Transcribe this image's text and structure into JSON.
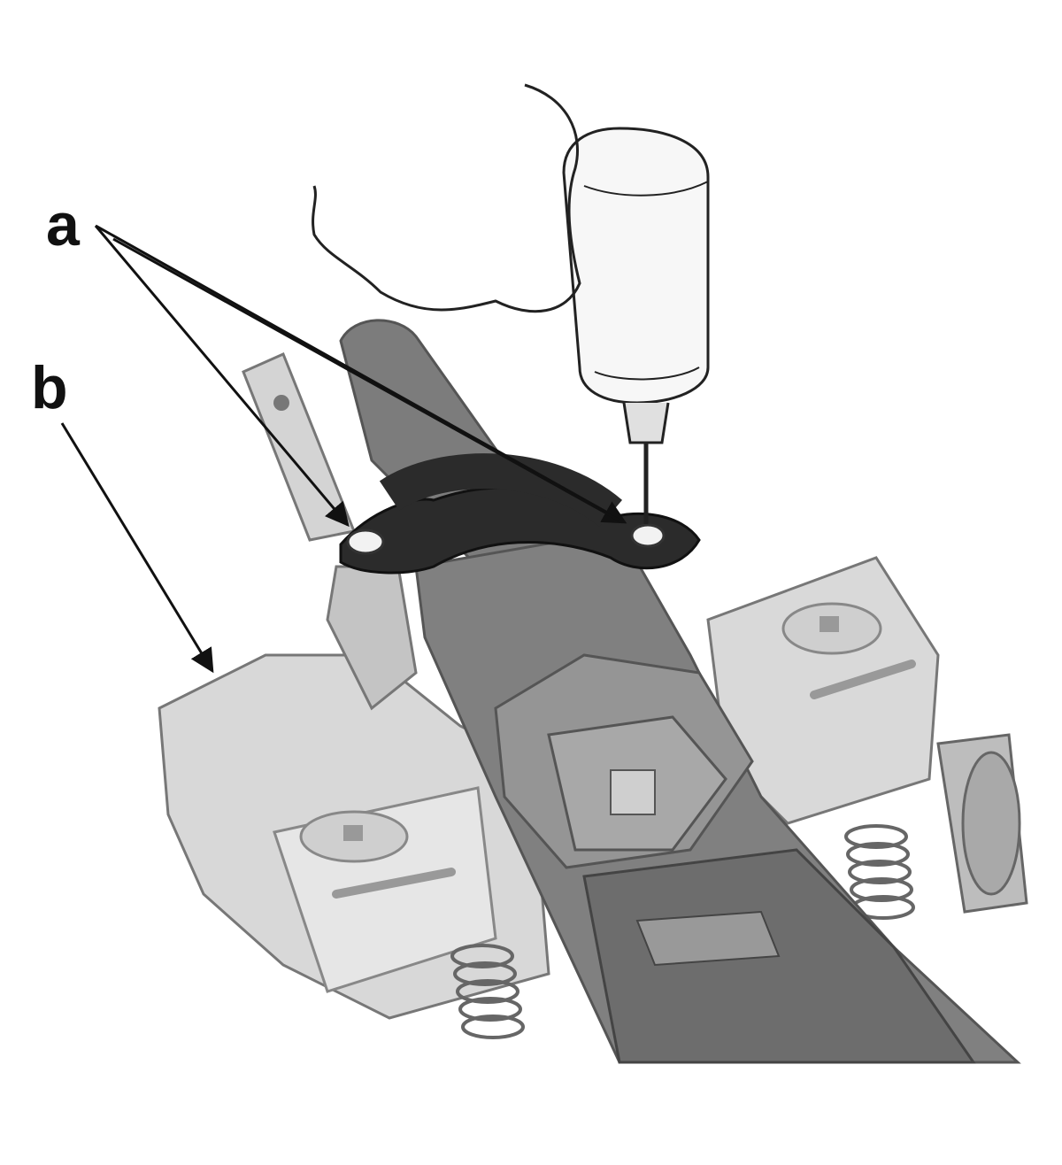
{
  "callouts": [
    {
      "id": "a",
      "label": "a"
    },
    {
      "id": "b",
      "label": "b"
    }
  ],
  "colors": {
    "background": "#ffffff",
    "line": "#111111",
    "dark_part": "#2b2b2b",
    "mid_part": "#6e6e6e",
    "light_part": "#c9c9c9",
    "pale_part": "#e4e4e4"
  },
  "icons": [
    "drill-icon",
    "hand-icon",
    "bolt-icon",
    "spring-icon"
  ]
}
